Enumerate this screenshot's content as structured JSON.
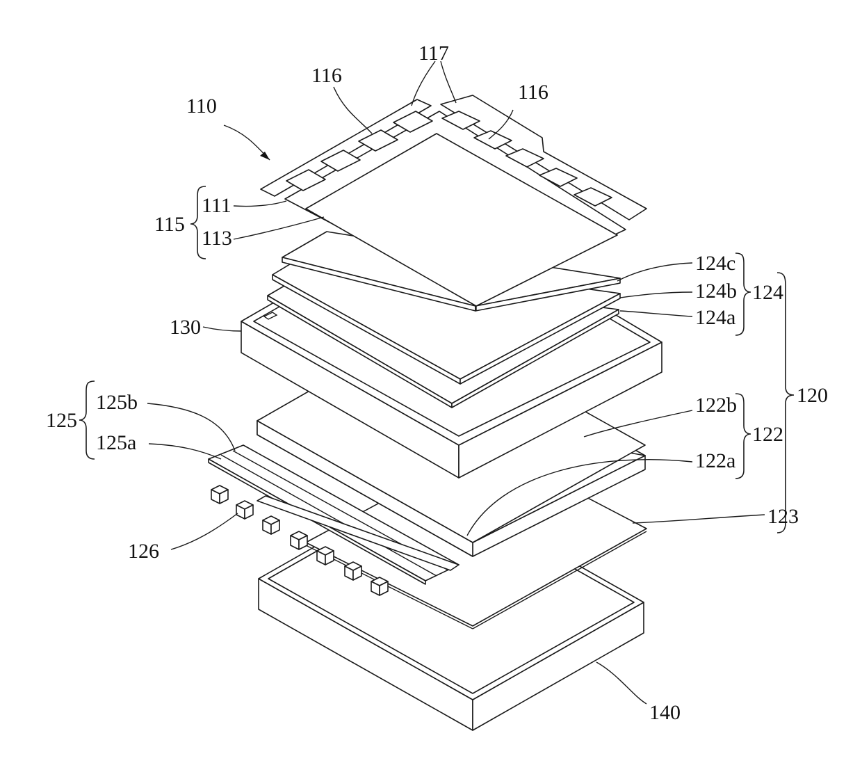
{
  "labels": {
    "l110": "110",
    "l116a": "116",
    "l116b": "116",
    "l117": "117",
    "l115": "115",
    "l111": "111",
    "l113": "113",
    "l124c": "124c",
    "l124b": "124b",
    "l124a": "124a",
    "l124": "124",
    "l130": "130",
    "l120": "120",
    "l125": "125",
    "l125b": "125b",
    "l125a": "125a",
    "l122b": "122b",
    "l122": "122",
    "l122a": "122a",
    "l123": "123",
    "l126": "126",
    "l140": "140"
  }
}
